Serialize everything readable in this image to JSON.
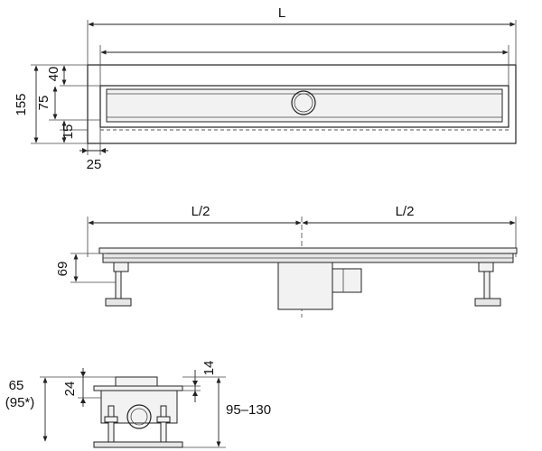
{
  "top_view": {
    "length_label": "L",
    "height_155": "155",
    "height_75": "75",
    "offset_40": "40",
    "offset_15": "15",
    "offset_25": "25"
  },
  "side_view": {
    "half_left": "L/2",
    "half_right": "L/2",
    "height_69": "69"
  },
  "section_view": {
    "height_65": "65",
    "height_95_alt": "(95*)",
    "height_24": "24",
    "height_14": "14",
    "range_label": "95–130"
  }
}
